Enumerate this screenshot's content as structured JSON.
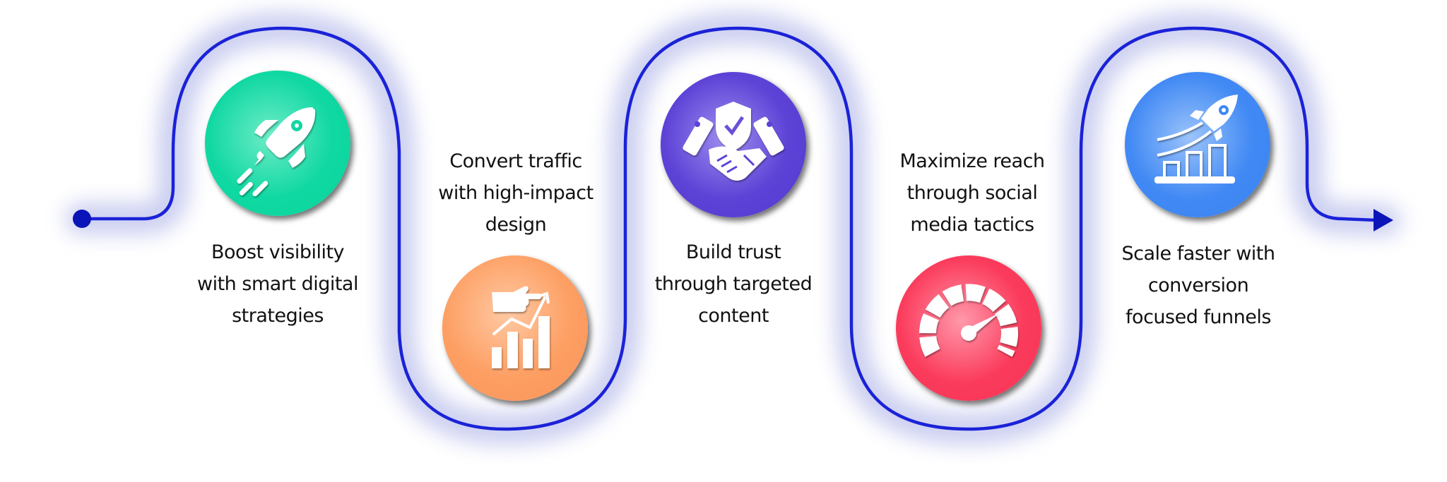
{
  "diagram": {
    "type": "winding-path-process",
    "path_color": "#1a22d8",
    "glow_color": "#c9cdf0",
    "start_marker": "dot",
    "end_marker": "arrow",
    "steps": [
      {
        "index": 1,
        "icon": "rocket-icon",
        "color": "#0dd6a0",
        "lines": [
          "Boost visibility",
          "with smart digital",
          "strategies"
        ],
        "label_position": "below"
      },
      {
        "index": 2,
        "icon": "pointing-hand-growth-chart-icon",
        "color": "#fc9a5d",
        "lines": [
          "Convert traffic",
          "with high-impact",
          "design"
        ],
        "label_position": "above"
      },
      {
        "index": 3,
        "icon": "handshake-shield-icon",
        "color": "#5a3fd4",
        "lines": [
          "Build trust",
          "through targeted",
          "content"
        ],
        "label_position": "below"
      },
      {
        "index": 4,
        "icon": "speedometer-icon",
        "color": "#f93558",
        "lines": [
          "Maximize reach",
          "through social",
          "media tactics"
        ],
        "label_position": "above"
      },
      {
        "index": 5,
        "icon": "rocket-bar-chart-icon",
        "color": "#3d88f5",
        "lines": [
          "Scale faster with",
          "conversion",
          "focused funnels"
        ],
        "label_position": "below"
      }
    ]
  }
}
